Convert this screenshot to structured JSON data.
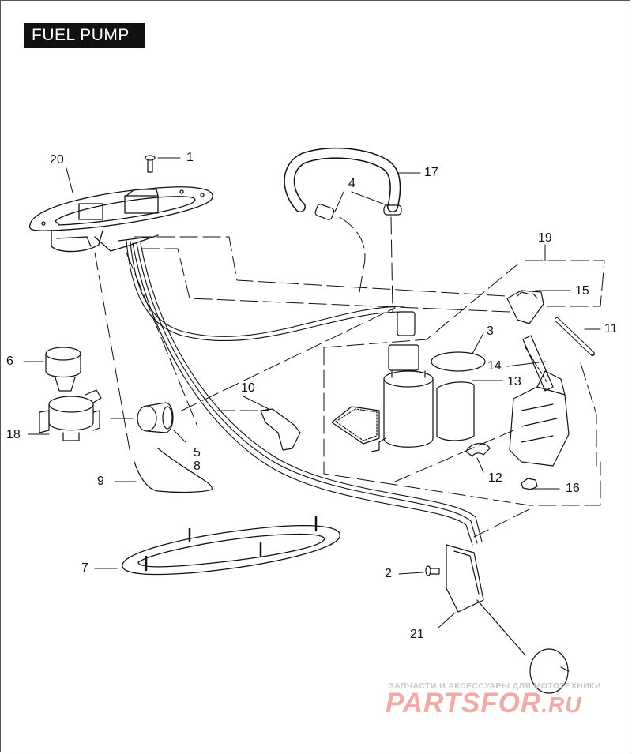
{
  "title": "FUEL PUMP",
  "callouts": [
    "1",
    "2",
    "3",
    "4",
    "5",
    "6",
    "7",
    "8",
    "9",
    "10",
    "11",
    "12",
    "13",
    "14",
    "15",
    "16",
    "17",
    "18",
    "19",
    "20",
    "21"
  ],
  "watermark": {
    "tagline": "ЗАПЧАСТИ И АКСЕССУАРЫ ДЛЯ МОТОТЕХНИКИ",
    "logo_main": "PARTS",
    "logo_mid": "FOR",
    "logo_tld": ".RU"
  },
  "colors": {
    "line": "#111111",
    "watermark_text": "#c9c9c9",
    "watermark_logo": "#f2aaa6"
  }
}
